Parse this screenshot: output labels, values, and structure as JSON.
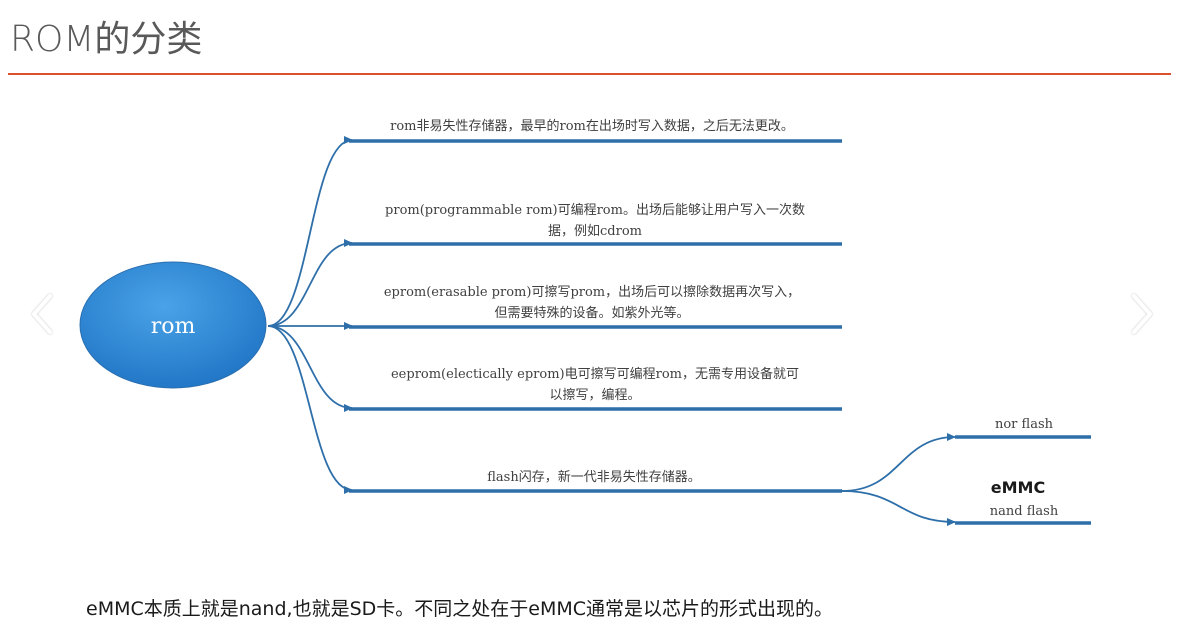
{
  "title": "ROM的分类",
  "colors": {
    "accent_rule": "#d9502a",
    "branch": "#2e6faa",
    "root_fill": "#2b86d4"
  },
  "diagram": {
    "root": "rom",
    "branches": [
      {
        "lines": [
          "rom非易失性存储器，最早的rom在出场时写入数据，之后无法更改。"
        ]
      },
      {
        "lines": [
          "prom(programmable rom)可编程rom。出场后能够让用户写入一次数",
          "据，例如cdrom"
        ]
      },
      {
        "lines": [
          "eprom(erasable prom)可擦写prom，出场后可以擦除数据再次写入，",
          "但需要特殊的设备。如紫外光等。"
        ]
      },
      {
        "lines": [
          "eeprom(electically eprom)电可擦写可编程rom，无需专用设备就可",
          "以擦写，编程。"
        ]
      },
      {
        "lines": [
          "flash闪存，新一代非易失性存储器。"
        ]
      }
    ],
    "sub_branches": [
      {
        "label": "nor flash"
      },
      {
        "label": "nand flash"
      }
    ],
    "emmc_label": "eMMC"
  },
  "caption": "eMMC本质上就是nand,也就是SD卡。不同之处在于eMMC通常是以芯片的形式出现的。",
  "nav": {
    "prev_icon": "chevron-left-icon",
    "next_icon": "chevron-right-icon"
  }
}
